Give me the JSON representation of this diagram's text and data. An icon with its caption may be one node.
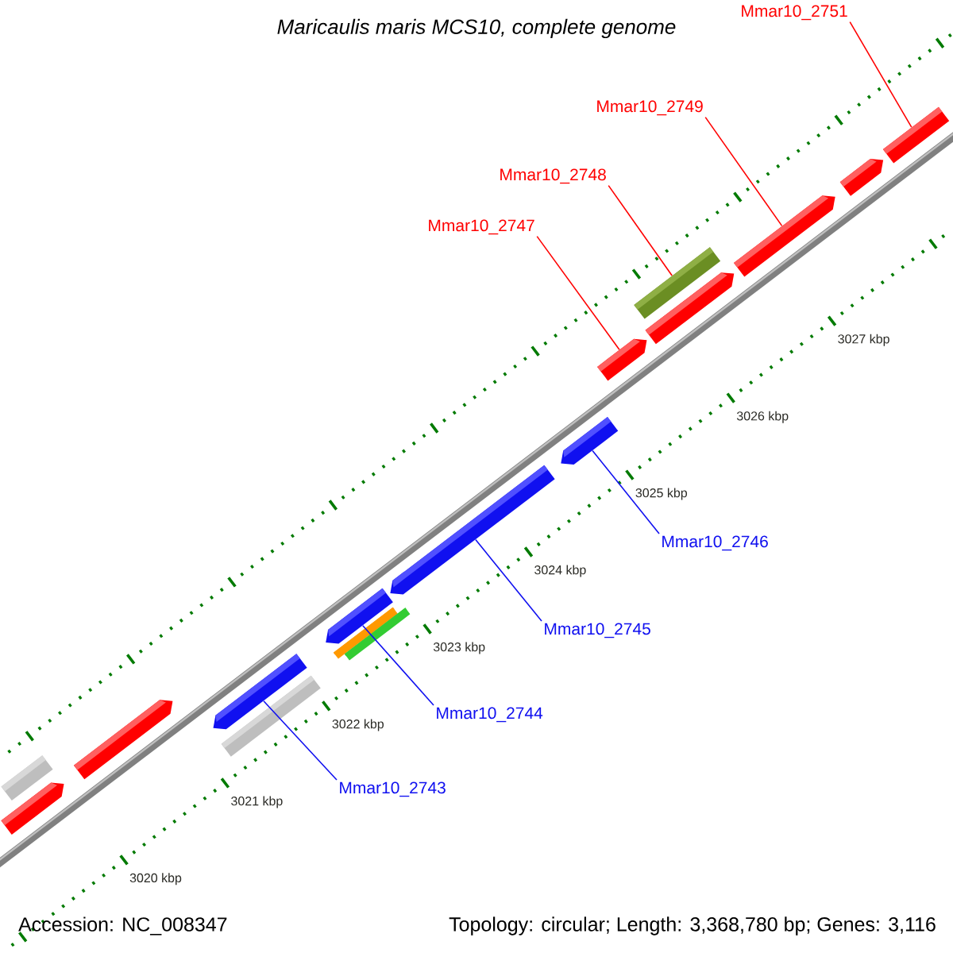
{
  "diagram": {
    "title": "Maricaulis maris MCS10, complete genome",
    "nodes": [
      {
        "text": [
          "Mmar10_2751"
        ]
      },
      {
        "text": [],
        "shape": "bar"
      },
      {
        "text": [
          "Mmar10_2749"
        ]
      },
      {
        "text": [],
        "shape": "arrow"
      },
      {
        "text": [
          "Mmar10_2748"
        ]
      },
      {
        "text": [],
        "shape": "bar"
      },
      {
        "text": [
          "Mmar10_2747"
        ]
      },
      {
        "text": [],
        "shape": "arrow"
      },
      {
        "text": [
          "Mmar10_2746"
        ]
      },
      {
        "text": [],
        "shape": "arrow"
      },
      {
        "text": [
          "Mmar10_2745"
        ]
      },
      {
        "text": [],
        "shape": "arrow"
      },
      {
        "text": [
          "Mmar10_2744"
        ]
      },
      {
        "text": [],
        "shape": "arrow"
      },
      {
        "text": [
          "Mmar10_2743"
        ]
      },
      {
        "text": [],
        "shape": "arrow"
      },
      {
        "text": [],
        "shape": "bar"
      },
      {
        "text": [],
        "shape": "arrow"
      },
      {
        "text": [],
        "shape": "arrow"
      },
      {
        "text": [],
        "shape": "bar"
      },
      {
        "text": [],
        "shape": "bar"
      },
      {
        "text": [],
        "shape": "bar"
      },
      {
        "text": [],
        "shape": "arrow"
      },
      {
        "text": [],
        "shape": "arrow"
      }
    ],
    "edges": [
      {
        "from": 0,
        "to": 1,
        "arrow": "none",
        "color": "#ff0000"
      },
      {
        "from": 2,
        "to": 3,
        "arrow": "none",
        "color": "#ff0000"
      },
      {
        "from": 4,
        "to": 5,
        "arrow": "none",
        "color": "#ff0000"
      },
      {
        "from": 6,
        "to": 7,
        "arrow": "none",
        "color": "#ff0000"
      },
      {
        "from": 8,
        "to": 9,
        "arrow": "none",
        "color": "#0000ff"
      },
      {
        "from": 10,
        "to": 11,
        "arrow": "none",
        "color": "#0000ff"
      },
      {
        "from": 12,
        "to": 13,
        "arrow": "none",
        "color": "#0000ff"
      },
      {
        "from": 14,
        "to": 15,
        "arrow": "none",
        "color": "#0000ff"
      }
    ],
    "labels": [
      "3020 kbp",
      "3021 kbp",
      "3022 kbp",
      "3023 kbp",
      "3024 kbp",
      "3025 kbp",
      "3026 kbp",
      "3027 kbp",
      "Accession: NC_008347",
      "Topology: circular; Length: 3,368,780 bp; Genes: 3,116"
    ]
  }
}
